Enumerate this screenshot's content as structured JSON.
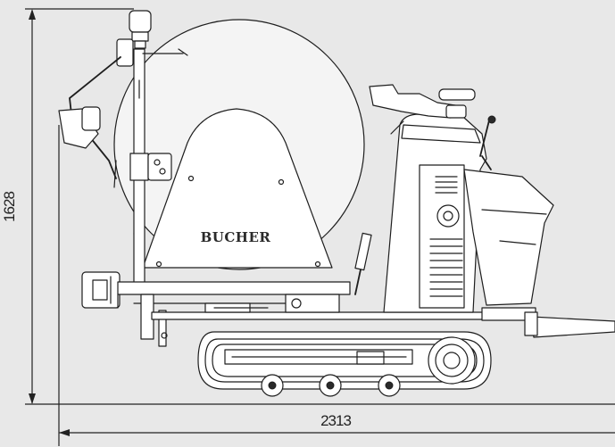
{
  "diagram": {
    "brand_label": "BUCHER",
    "height_dimension": "1628",
    "length_dimension": "2313"
  },
  "colors": {
    "background": "#e8e8e8",
    "line": "#1e1e1e",
    "panel": "#f4f4f4"
  }
}
